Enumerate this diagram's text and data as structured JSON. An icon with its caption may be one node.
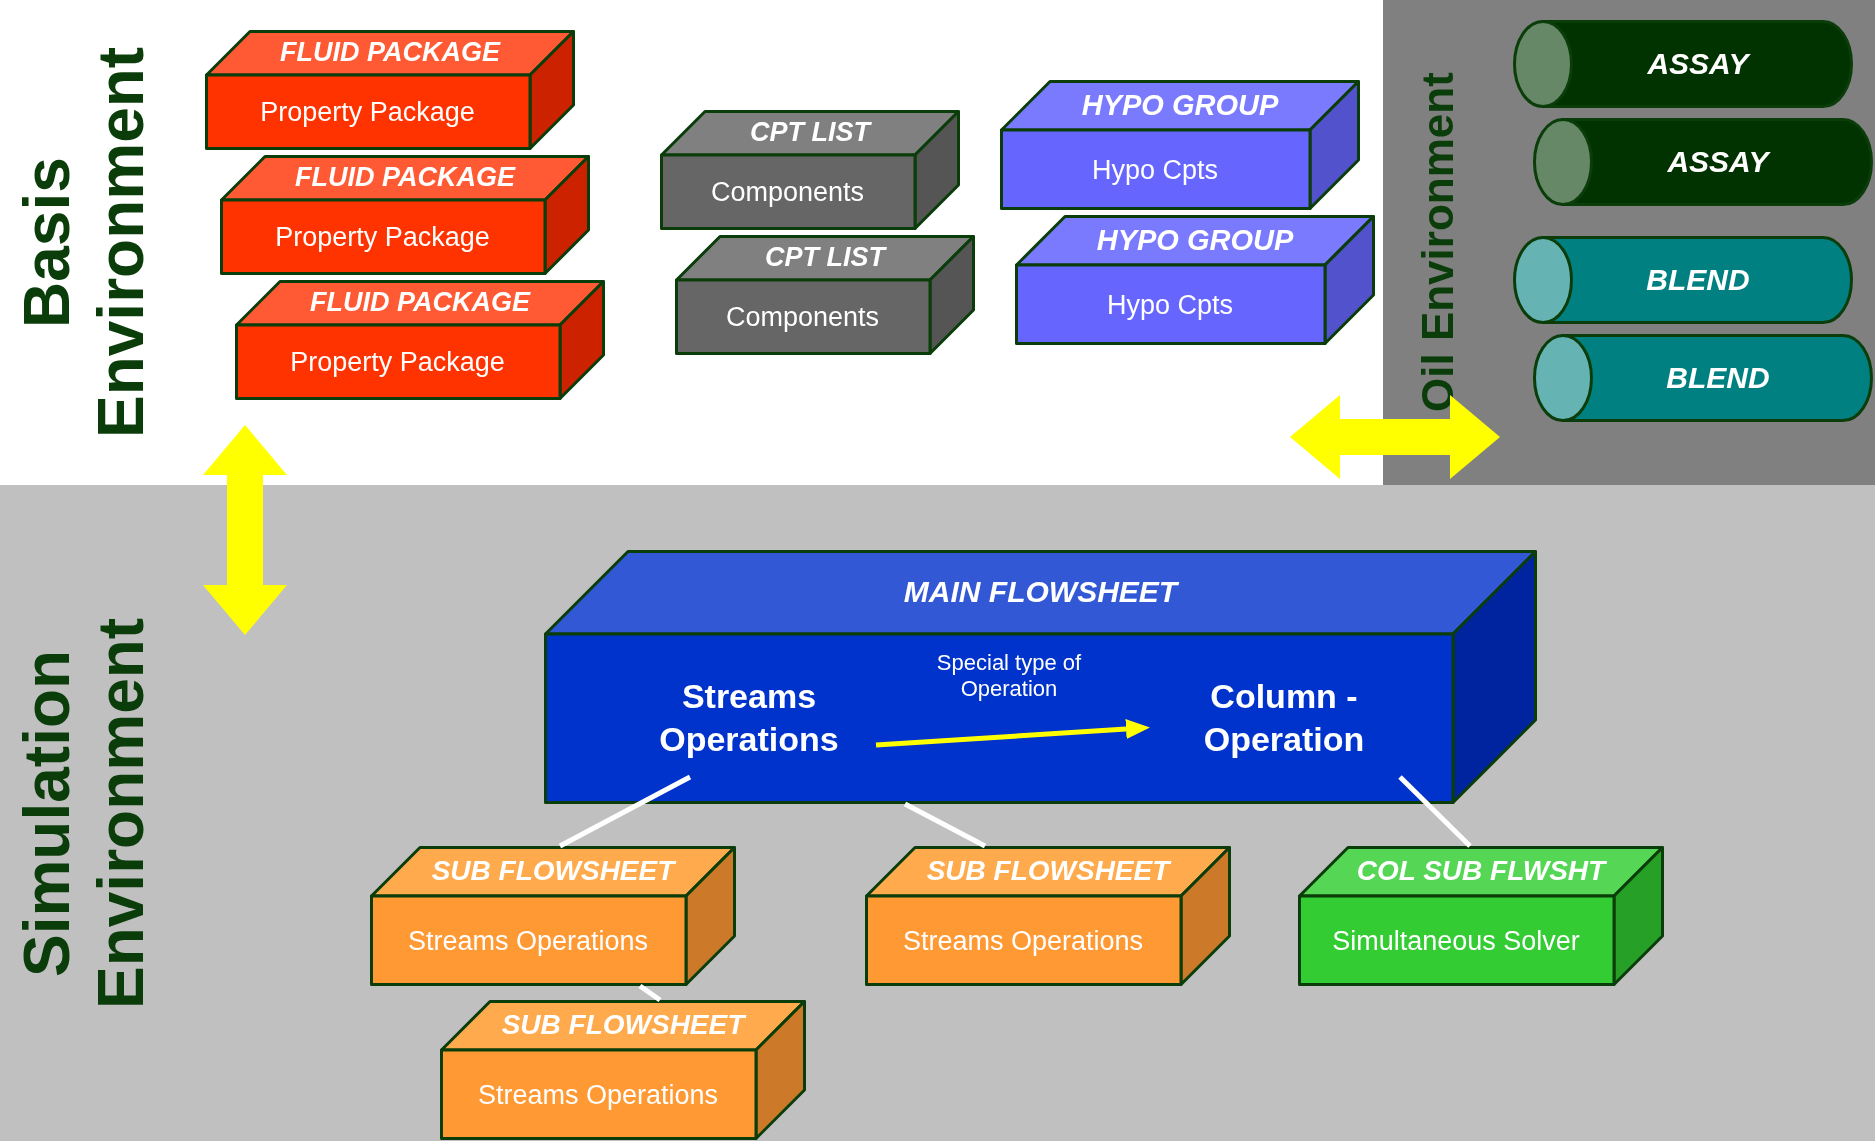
{
  "diagram": {
    "nodes": [
      {
        "text": [
          "Basis Environment"
        ]
      },
      {
        "text": [
          "Simulation Environment"
        ]
      },
      {
        "text": [
          "Oil Environment"
        ]
      },
      {
        "text": [
          "FLUID PACKAGE",
          "Property Package"
        ],
        "in": 0
      },
      {
        "text": [
          "FLUID PACKAGE",
          "Property Package"
        ],
        "in": 0
      },
      {
        "text": [
          "FLUID PACKAGE",
          "Property Package"
        ],
        "in": 0
      },
      {
        "text": [
          "CPT LIST",
          "Components"
        ],
        "in": 0
      },
      {
        "text": [
          "CPT LIST",
          "Components"
        ],
        "in": 0
      },
      {
        "text": [
          "HYPO GROUP",
          "Hypo Cpts"
        ],
        "in": 0
      },
      {
        "text": [
          "HYPO GROUP",
          "Hypo Cpts"
        ],
        "in": 0
      },
      {
        "text": [
          "ASSAY"
        ],
        "in": 2
      },
      {
        "text": [
          "ASSAY"
        ],
        "in": 2
      },
      {
        "text": [
          "BLEND"
        ],
        "in": 2
      },
      {
        "text": [
          "BLEND"
        ],
        "in": 2
      },
      {
        "text": [
          "MAIN FLOWSHEET"
        ],
        "in": 1
      },
      {
        "text": [
          "Streams Operations"
        ],
        "in": 14
      },
      {
        "text": [
          "Column - Operation"
        ],
        "in": 14
      },
      {
        "text": [
          "SUB FLOWSHEET",
          "Streams Operations"
        ],
        "in": 1
      },
      {
        "text": [
          "SUB FLOWSHEET",
          "Streams Operations"
        ],
        "in": 1
      },
      {
        "text": [
          "SUB FLOWSHEET",
          "Streams Operations"
        ],
        "in": 1
      },
      {
        "text": [
          "COL SUB FLWSHT",
          "Simultaneous Solver"
        ],
        "in": 1
      }
    ],
    "edges": [
      {
        "from": 0,
        "to": 1,
        "arrow": "both",
        "style": "thick",
        "color": "#ffff00"
      },
      {
        "from": 0,
        "to": 2,
        "arrow": "both",
        "style": "thick",
        "color": "#ffff00"
      },
      {
        "from": 15,
        "to": 16,
        "arrow": "to",
        "label": "Special type of Operation",
        "color": "#ffff00"
      },
      {
        "from": 15,
        "to": 17,
        "arrow": "none"
      },
      {
        "from": 17,
        "to": 18,
        "arrow": "none"
      },
      {
        "from": 14,
        "to": 19,
        "arrow": "none"
      },
      {
        "from": 16,
        "to": 20,
        "arrow": "none"
      }
    ]
  }
}
